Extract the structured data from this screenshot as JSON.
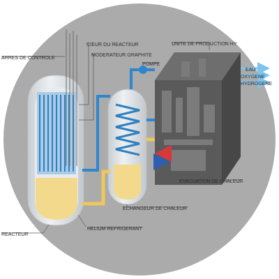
{
  "diagram": {
    "labels": [
      "ARRES DE CONTROLE",
      "CŒUR DU REACTEUR",
      "MODERATEUR GRAPHITE",
      "POMPE",
      "UNITE DE PRODUCTION HY",
      "EAU",
      "OXYGENE",
      "HYDROGENE",
      "EVACUATION DE CHALEUR",
      "ECHANGEUR DE CHALEUR",
      "HELIUM REFRIGERANT",
      "REACTEUR"
    ]
  }
}
